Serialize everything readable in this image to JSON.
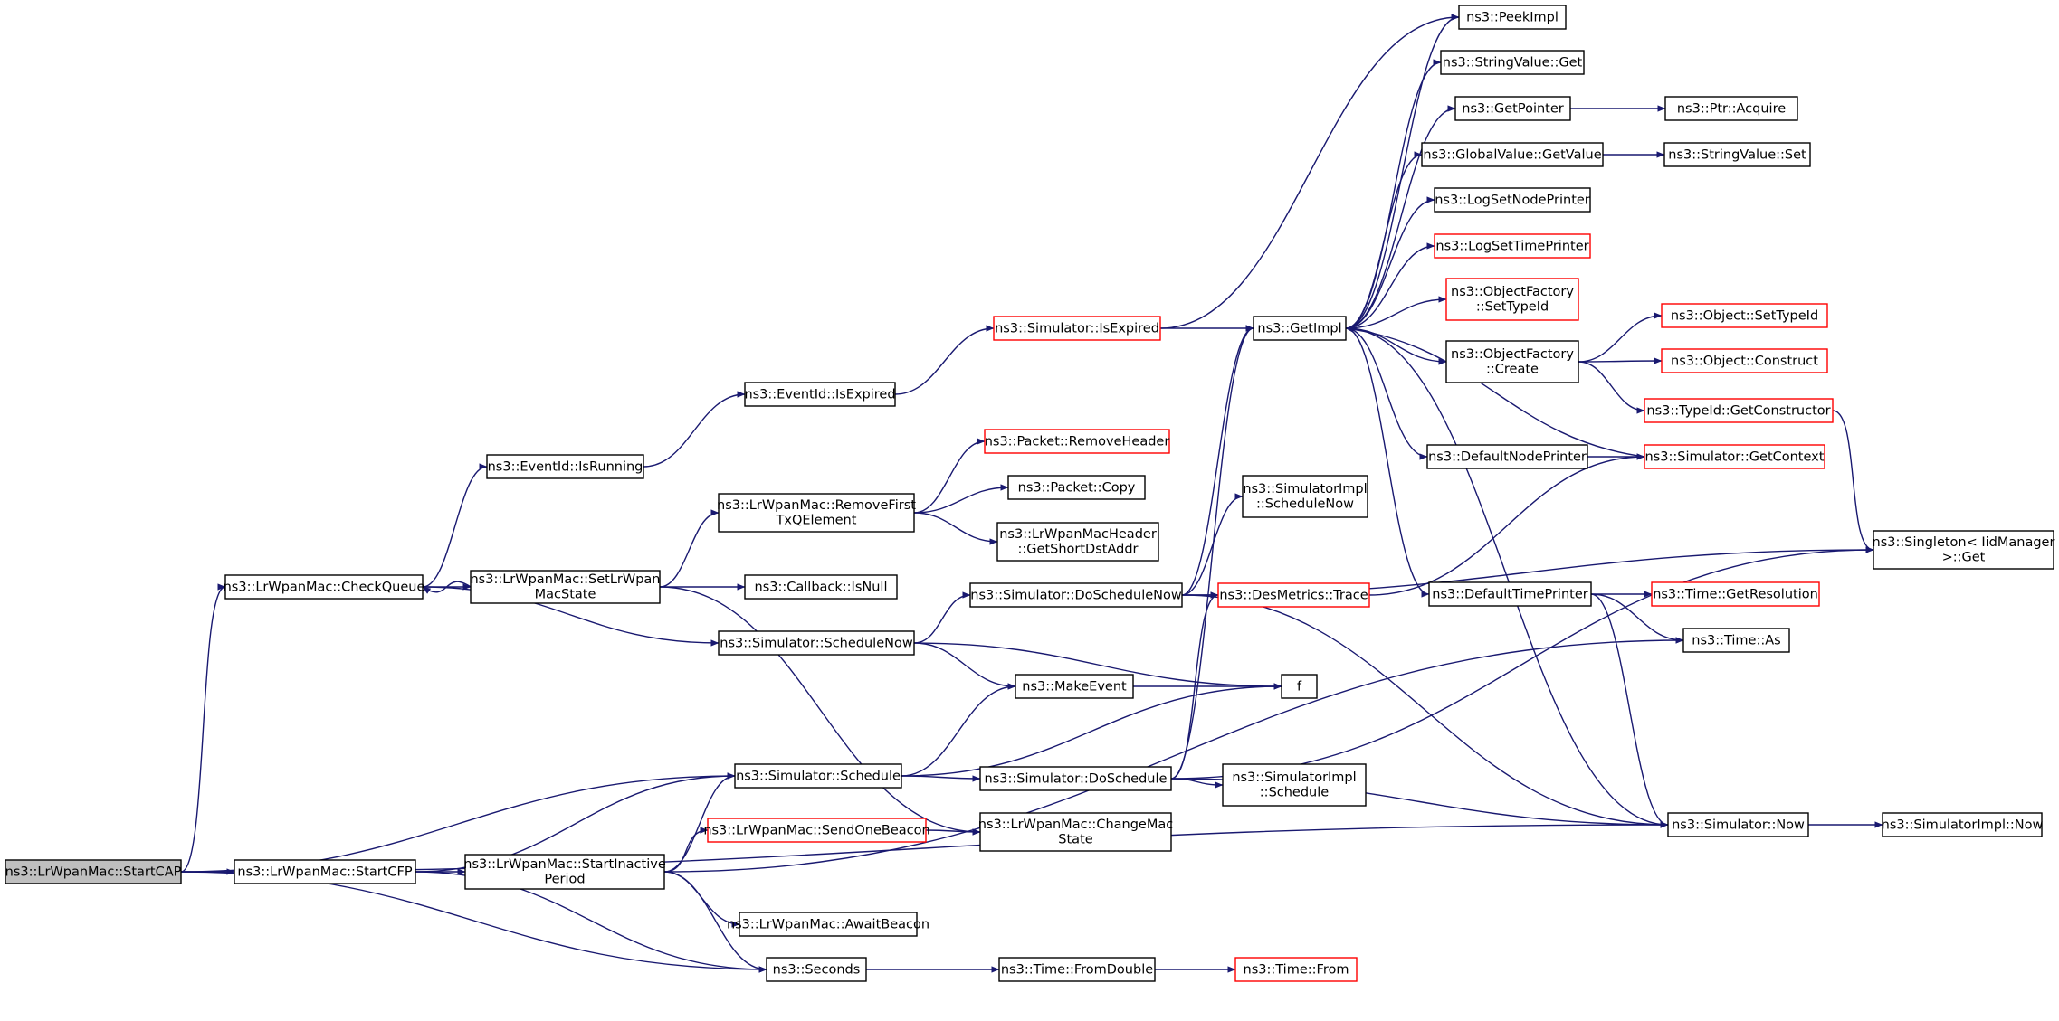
{
  "colors": {
    "edge": "#191970",
    "border": "#000000",
    "highlight_border": "#ff0000",
    "root_fill": "#bfbfbf",
    "fill": "#ffffff"
  },
  "nodes": [
    {
      "id": "startcap",
      "lines": [
        "ns3::LrWpanMac::StartCAP"
      ],
      "style": "root"
    },
    {
      "id": "checkqueue",
      "lines": [
        "ns3::LrWpanMac::CheckQueue"
      ],
      "style": "normal"
    },
    {
      "id": "isrunning",
      "lines": [
        "ns3::EventId::IsRunning"
      ],
      "style": "normal"
    },
    {
      "id": "eventexpired",
      "lines": [
        "ns3::EventId::IsExpired"
      ],
      "style": "normal"
    },
    {
      "id": "simexpired",
      "lines": [
        "ns3::Simulator::IsExpired"
      ],
      "style": "red"
    },
    {
      "id": "getimpl",
      "lines": [
        "ns3::GetImpl"
      ],
      "style": "normal"
    },
    {
      "id": "peekimpl",
      "lines": [
        "ns3::PeekImpl"
      ],
      "style": "normal"
    },
    {
      "id": "strget",
      "lines": [
        "ns3::StringValue::Get"
      ],
      "style": "normal"
    },
    {
      "id": "getpointer",
      "lines": [
        "ns3::GetPointer"
      ],
      "style": "normal"
    },
    {
      "id": "ptracquire",
      "lines": [
        "ns3::Ptr::Acquire"
      ],
      "style": "normal"
    },
    {
      "id": "gvgetvalue",
      "lines": [
        "ns3::GlobalValue::GetValue"
      ],
      "style": "normal"
    },
    {
      "id": "strset",
      "lines": [
        "ns3::StringValue::Set"
      ],
      "style": "normal"
    },
    {
      "id": "lognode",
      "lines": [
        "ns3::LogSetNodePrinter"
      ],
      "style": "normal"
    },
    {
      "id": "logtime",
      "lines": [
        "ns3::LogSetTimePrinter"
      ],
      "style": "red"
    },
    {
      "id": "ofsettype",
      "lines": [
        "ns3::ObjectFactory",
        "::SetTypeId"
      ],
      "style": "red"
    },
    {
      "id": "ofcreate",
      "lines": [
        "ns3::ObjectFactory",
        "::Create"
      ],
      "style": "normal"
    },
    {
      "id": "objsettype",
      "lines": [
        "ns3::Object::SetTypeId"
      ],
      "style": "red"
    },
    {
      "id": "objconstruct",
      "lines": [
        "ns3::Object::Construct"
      ],
      "style": "red"
    },
    {
      "id": "typector",
      "lines": [
        "ns3::TypeId::GetConstructor"
      ],
      "style": "red"
    },
    {
      "id": "defnode",
      "lines": [
        "ns3::DefaultNodePrinter"
      ],
      "style": "normal"
    },
    {
      "id": "getcontext",
      "lines": [
        "ns3::Simulator::GetContext"
      ],
      "style": "red"
    },
    {
      "id": "singleton",
      "lines": [
        "ns3::Singleton< IidManager",
        " >::Get"
      ],
      "style": "normal"
    },
    {
      "id": "deftime",
      "lines": [
        "ns3::DefaultTimePrinter"
      ],
      "style": "normal"
    },
    {
      "id": "getres",
      "lines": [
        "ns3::Time::GetResolution"
      ],
      "style": "red"
    },
    {
      "id": "timeas",
      "lines": [
        "ns3::Time::As"
      ],
      "style": "normal"
    },
    {
      "id": "simnow",
      "lines": [
        "ns3::Simulator::Now"
      ],
      "style": "normal"
    },
    {
      "id": "simimplnow",
      "lines": [
        "ns3::SimulatorImpl::Now"
      ],
      "style": "normal"
    },
    {
      "id": "setstate",
      "lines": [
        "ns3::LrWpanMac::SetLrWpan",
        "MacState"
      ],
      "style": "normal"
    },
    {
      "id": "removefirst",
      "lines": [
        "ns3::LrWpanMac::RemoveFirst",
        "TxQElement"
      ],
      "style": "normal"
    },
    {
      "id": "removeheader",
      "lines": [
        "ns3::Packet::RemoveHeader"
      ],
      "style": "red"
    },
    {
      "id": "pktcopy",
      "lines": [
        "ns3::Packet::Copy"
      ],
      "style": "normal"
    },
    {
      "id": "shortdst",
      "lines": [
        "ns3::LrWpanMacHeader",
        "::GetShortDstAddr"
      ],
      "style": "normal"
    },
    {
      "id": "isnull",
      "lines": [
        "ns3::Callback::IsNull"
      ],
      "style": "normal"
    },
    {
      "id": "schednow",
      "lines": [
        "ns3::Simulator::ScheduleNow"
      ],
      "style": "normal"
    },
    {
      "id": "doschednow",
      "lines": [
        "ns3::Simulator::DoScheduleNow"
      ],
      "style": "normal"
    },
    {
      "id": "implschednow",
      "lines": [
        "ns3::SimulatorImpl",
        "::ScheduleNow"
      ],
      "style": "normal"
    },
    {
      "id": "trace",
      "lines": [
        "ns3::DesMetrics::Trace"
      ],
      "style": "red"
    },
    {
      "id": "makeevent",
      "lines": [
        "ns3::MakeEvent"
      ],
      "style": "normal"
    },
    {
      "id": "f",
      "lines": [
        "f"
      ],
      "style": "normal"
    },
    {
      "id": "schedule",
      "lines": [
        "ns3::Simulator::Schedule"
      ],
      "style": "normal"
    },
    {
      "id": "dosched",
      "lines": [
        "ns3::Simulator::DoSchedule"
      ],
      "style": "normal"
    },
    {
      "id": "implsched",
      "lines": [
        "ns3::SimulatorImpl",
        "::Schedule"
      ],
      "style": "normal"
    },
    {
      "id": "sendbeacon",
      "lines": [
        "ns3::LrWpanMac::SendOneBeacon"
      ],
      "style": "red"
    },
    {
      "id": "changestate",
      "lines": [
        "ns3::LrWpanMac::ChangeMac",
        "State"
      ],
      "style": "normal"
    },
    {
      "id": "startcfp",
      "lines": [
        "ns3::LrWpanMac::StartCFP"
      ],
      "style": "normal"
    },
    {
      "id": "startinactive",
      "lines": [
        "ns3::LrWpanMac::StartInactive",
        "Period"
      ],
      "style": "normal"
    },
    {
      "id": "awaitbeacon",
      "lines": [
        "ns3::LrWpanMac::AwaitBeacon"
      ],
      "style": "normal"
    },
    {
      "id": "seconds",
      "lines": [
        "ns3::Seconds"
      ],
      "style": "normal"
    },
    {
      "id": "fromdouble",
      "lines": [
        "ns3::Time::FromDouble"
      ],
      "style": "normal"
    },
    {
      "id": "timefrom",
      "lines": [
        "ns3::Time::From"
      ],
      "style": "red"
    }
  ],
  "edges": [
    [
      "startcap",
      "checkqueue"
    ],
    [
      "startcap",
      "schedule"
    ],
    [
      "startcap",
      "startcfp"
    ],
    [
      "startcap",
      "seconds"
    ],
    [
      "startcap",
      "simnow"
    ],
    [
      "checkqueue",
      "isrunning"
    ],
    [
      "checkqueue",
      "setstate"
    ],
    [
      "checkqueue",
      "schednow"
    ],
    [
      "isrunning",
      "eventexpired"
    ],
    [
      "eventexpired",
      "simexpired"
    ],
    [
      "simexpired",
      "peekimpl"
    ],
    [
      "simexpired",
      "getimpl"
    ],
    [
      "getimpl",
      "peekimpl"
    ],
    [
      "getimpl",
      "strget"
    ],
    [
      "getimpl",
      "getpointer"
    ],
    [
      "getimpl",
      "gvgetvalue"
    ],
    [
      "getimpl",
      "lognode"
    ],
    [
      "getimpl",
      "logtime"
    ],
    [
      "getimpl",
      "ofsettype"
    ],
    [
      "getimpl",
      "ofcreate"
    ],
    [
      "getimpl",
      "defnode"
    ],
    [
      "getimpl",
      "deftime"
    ],
    [
      "getimpl",
      "simnow"
    ],
    [
      "getpointer",
      "ptracquire"
    ],
    [
      "gvgetvalue",
      "strset"
    ],
    [
      "ofcreate",
      "objsettype"
    ],
    [
      "ofcreate",
      "objconstruct"
    ],
    [
      "ofcreate",
      "typector"
    ],
    [
      "typector",
      "singleton"
    ],
    [
      "defnode",
      "getcontext"
    ],
    [
      "getcontext",
      "getimpl"
    ],
    [
      "deftime",
      "getres"
    ],
    [
      "deftime",
      "timeas"
    ],
    [
      "deftime",
      "simnow"
    ],
    [
      "simnow",
      "simimplnow"
    ],
    [
      "setstate",
      "checkqueue"
    ],
    [
      "setstate",
      "removefirst"
    ],
    [
      "setstate",
      "isnull"
    ],
    [
      "setstate",
      "changestate"
    ],
    [
      "removefirst",
      "removeheader"
    ],
    [
      "removefirst",
      "pktcopy"
    ],
    [
      "removefirst",
      "shortdst"
    ],
    [
      "schednow",
      "doschednow"
    ],
    [
      "schednow",
      "makeevent"
    ],
    [
      "schednow",
      "f"
    ],
    [
      "doschednow",
      "getimpl"
    ],
    [
      "doschednow",
      "implschednow"
    ],
    [
      "doschednow",
      "trace"
    ],
    [
      "doschednow",
      "singleton"
    ],
    [
      "doschednow",
      "simnow"
    ],
    [
      "trace",
      "getcontext"
    ],
    [
      "makeevent",
      "f"
    ],
    [
      "schedule",
      "makeevent"
    ],
    [
      "schedule",
      "f"
    ],
    [
      "schedule",
      "dosched"
    ],
    [
      "dosched",
      "getimpl"
    ],
    [
      "dosched",
      "trace"
    ],
    [
      "dosched",
      "implsched"
    ],
    [
      "dosched",
      "singleton"
    ],
    [
      "dosched",
      "simnow"
    ],
    [
      "startcfp",
      "schedule"
    ],
    [
      "startcfp",
      "startinactive"
    ],
    [
      "startcfp",
      "seconds"
    ],
    [
      "startinactive",
      "schedule"
    ],
    [
      "startinactive",
      "sendbeacon"
    ],
    [
      "startinactive",
      "awaitbeacon"
    ],
    [
      "startinactive",
      "seconds"
    ],
    [
      "startinactive",
      "timeas"
    ],
    [
      "sendbeacon",
      "changestate"
    ],
    [
      "seconds",
      "fromdouble"
    ],
    [
      "fromdouble",
      "timefrom"
    ]
  ]
}
